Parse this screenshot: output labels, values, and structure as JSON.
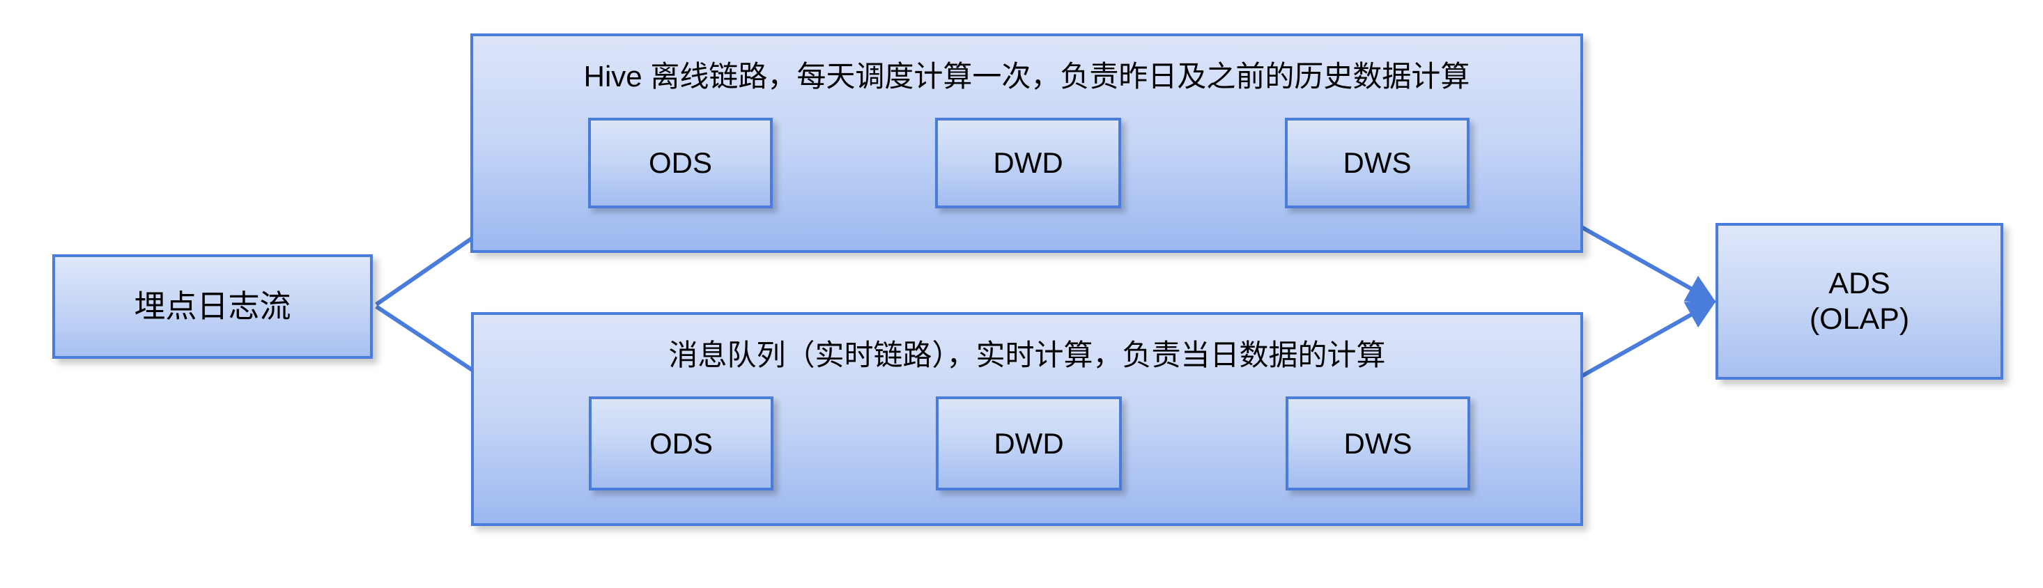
{
  "diagram": {
    "title_text": "",
    "colors": {
      "border": "#4a7ddb",
      "arrow": "#4a7ddb",
      "box_fill_top": "#dce5f9",
      "box_fill_bottom": "#a3bdf0",
      "lane_fill_top": "#dde4f9",
      "lane_fill_bottom": "#9cb8f0",
      "text": "#000000",
      "background": "#ffffff"
    }
  },
  "source": {
    "label": "埋点日志流"
  },
  "lanes": [
    {
      "id": "offline",
      "title": "Hive 离线链路，每天调度计算一次，负责昨日及之前的历史数据计算",
      "stages": [
        {
          "label": "ODS"
        },
        {
          "label": "DWD"
        },
        {
          "label": "DWS"
        }
      ]
    },
    {
      "id": "realtime",
      "title": "消息队列（实时链路），实时计算，负责当日数据的计算",
      "stages": [
        {
          "label": "ODS"
        },
        {
          "label": "DWD"
        },
        {
          "label": "DWS"
        }
      ]
    }
  ],
  "sink": {
    "label_line1": "ADS",
    "label_line2": "(OLAP)"
  },
  "connections": [
    {
      "from": "埋点日志流",
      "to": "ODS (offline)"
    },
    {
      "from": "埋点日志流",
      "to": "ODS (realtime)"
    },
    {
      "from": "ODS (offline)",
      "to": "DWD (offline)"
    },
    {
      "from": "DWD (offline)",
      "to": "DWS (offline)"
    },
    {
      "from": "ODS (realtime)",
      "to": "DWD (realtime)"
    },
    {
      "from": "DWD (realtime)",
      "to": "DWS (realtime)"
    },
    {
      "from": "DWS (offline)",
      "to": "ADS (OLAP)"
    },
    {
      "from": "DWS (realtime)",
      "to": "ADS (OLAP)"
    }
  ]
}
